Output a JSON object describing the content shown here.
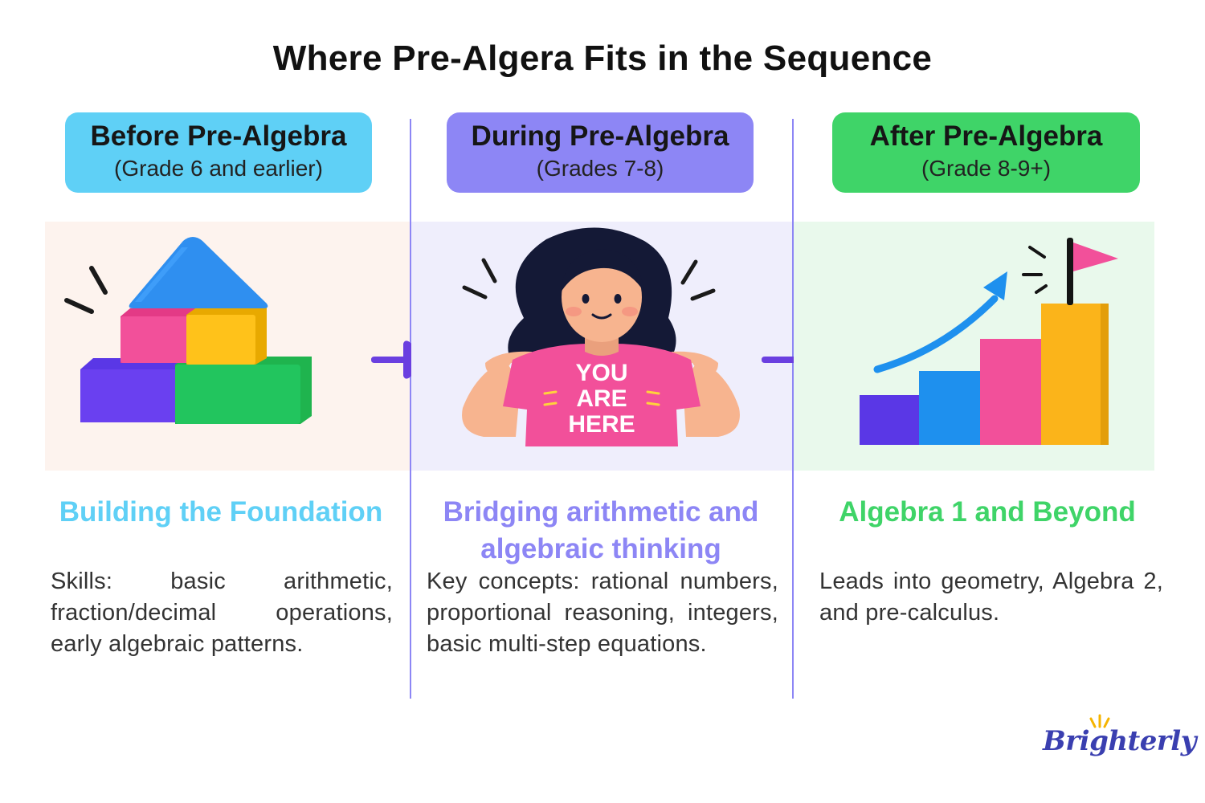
{
  "title": "Where Pre-Algera Fits in the Sequence",
  "colors": {
    "before": "#5fd0f6",
    "during": "#8d86f5",
    "after": "#3fd468",
    "divider": "#8d86f5",
    "arrow": "#6a3fe0",
    "logo": "#3a3fb0"
  },
  "stages": [
    {
      "label": "Before Pre-Algebra",
      "grade": "(Grade 6 and earlier)",
      "icon": "building-blocks-icon",
      "heading": "Building the Foundation",
      "description": "Skills: basic arithmetic, fraction/decimal operations, early algebraic patterns."
    },
    {
      "label": "During Pre-Algebra",
      "grade": "(Grades 7-8)",
      "icon": "girl-you-are-here-icon",
      "shirt_text": [
        "YOU",
        "ARE",
        "HERE"
      ],
      "heading": "Bridging arithmetic and algebraic thinking",
      "description": "Key concepts: rational numbers, proportional reasoning, integers, basic multi-step equations."
    },
    {
      "label": "After Pre-Algebra",
      "grade": "(Grade 8-9+)",
      "icon": "rising-bar-chart-flag-icon",
      "heading": "Algebra 1 and Beyond",
      "description": "Leads into geometry, Algebra 2, and pre-calculus."
    }
  ],
  "logo": {
    "text": "Brighterly"
  }
}
